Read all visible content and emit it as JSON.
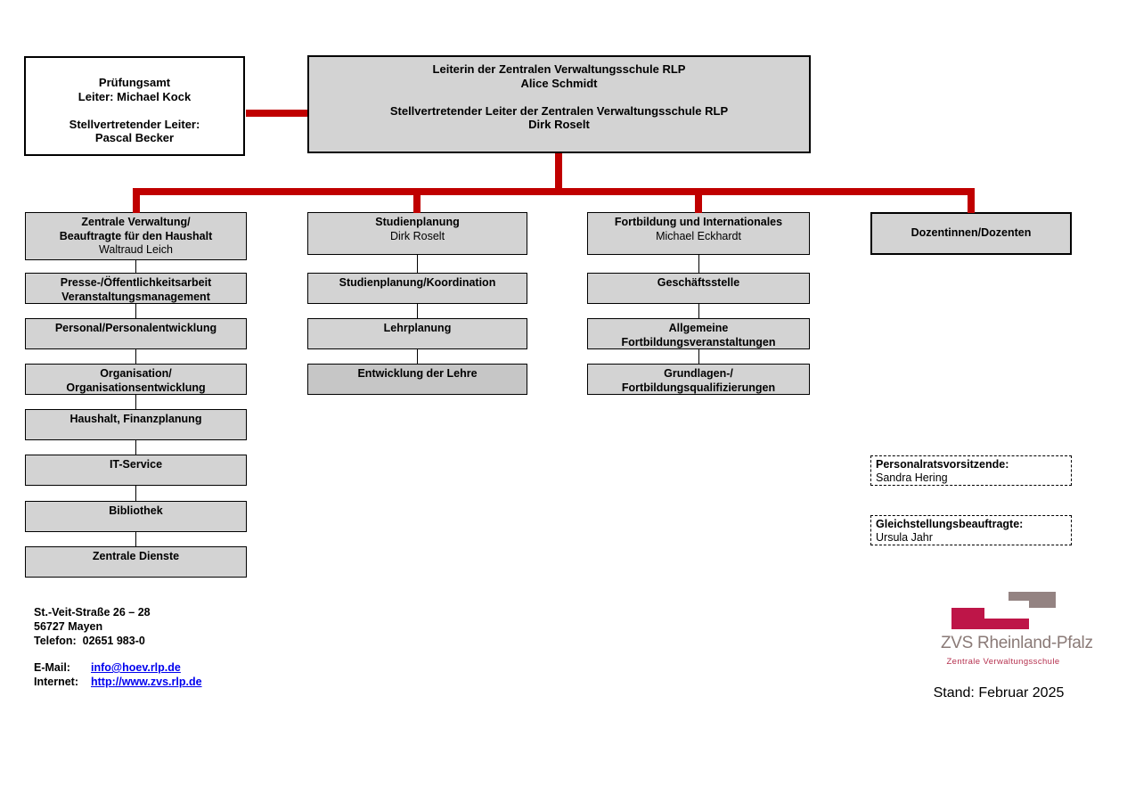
{
  "colors": {
    "box_fill": "#d3d3d3",
    "box_fill_dark": "#c6c6c6",
    "connector_red": "#c00000",
    "link_blue": "#0000ee",
    "logo_crimson": "#be1548",
    "logo_taupe": "#948382",
    "logo_title_color": "#8a7a77",
    "logo_subtitle_color": "#b5304e"
  },
  "top_left_box": {
    "lines": [
      "Prüfungsamt",
      "Leiter: Michael Kock",
      "",
      "Stellvertretender Leiter:",
      "Pascal Becker"
    ]
  },
  "top_center_box": {
    "lines": [
      "Leiterin der Zentralen Verwaltungsschule RLP",
      "Alice Schmidt",
      "",
      "Stellvertretender Leiter der Zentralen Verwaltungsschule RLP",
      "Dirk Roselt"
    ]
  },
  "columns": [
    {
      "header": {
        "lines": [
          "Zentrale Verwaltung/",
          "Beauftragte für den Haushalt"
        ],
        "person": "Waltraud Leich"
      },
      "boxes": [
        {
          "lines": [
            "Presse-/Öffentlichkeitsarbeit",
            "Veranstaltungsmanagement"
          ]
        },
        {
          "lines": [
            "Personal/Personalentwicklung"
          ]
        },
        {
          "lines": [
            "Organisation/",
            "Organisationsentwicklung"
          ]
        },
        {
          "lines": [
            "Haushalt, Finanzplanung"
          ]
        },
        {
          "lines": [
            "IT-Service"
          ]
        },
        {
          "lines": [
            "Bibliothek"
          ]
        },
        {
          "lines": [
            "Zentrale Dienste"
          ]
        }
      ]
    },
    {
      "header": {
        "lines": [
          "Studienplanung"
        ],
        "person": "Dirk Roselt"
      },
      "boxes": [
        {
          "lines": [
            "Studienplanung/Koordination"
          ]
        },
        {
          "lines": [
            "Lehrplanung"
          ]
        },
        {
          "lines": [
            "Entwicklung der Lehre"
          ],
          "variant": "dark"
        }
      ]
    },
    {
      "header": {
        "lines": [
          "Fortbildung und Internationales"
        ],
        "person": "Michael Eckhardt"
      },
      "boxes": [
        {
          "lines": [
            "Geschäftsstelle"
          ]
        },
        {
          "lines": [
            "Allgemeine",
            "Fortbildungsveranstaltungen"
          ]
        },
        {
          "lines": [
            "Grundlagen-/",
            "Fortbildungsqualifizierungen"
          ]
        }
      ]
    },
    {
      "header": {
        "lines": [
          "Dozentinnen/Dozenten"
        ],
        "person": null
      },
      "boxes": []
    }
  ],
  "side_boxes": [
    {
      "title": "Personalratsvorsitzende:",
      "person": "Sandra Hering"
    },
    {
      "title": "Gleichstellungsbeauftragte:",
      "person": "Ursula Jahr"
    }
  ],
  "contact": {
    "address_lines": [
      "St.-Veit-Straße 26 – 28",
      "56727 Mayen",
      "Telefon:  02651 983-0"
    ],
    "email_label": "E-Mail:",
    "email": "info@hoev.rlp.de",
    "internet_label": "Internet:",
    "internet": "http://www.zvs.rlp.de"
  },
  "logo": {
    "title": "ZVS Rheinland-Pfalz",
    "subtitle": "Zentrale Verwaltungsschule"
  },
  "footer": {
    "stand": "Stand: Februar 2025"
  }
}
